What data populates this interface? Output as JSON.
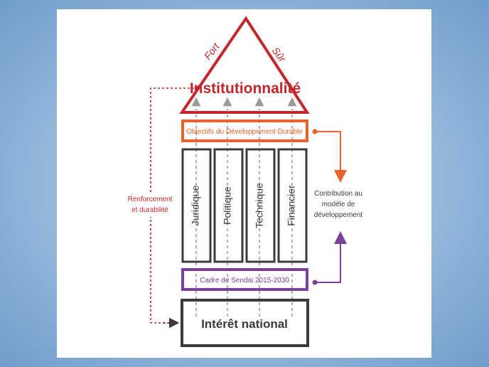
{
  "roof": {
    "title": "Institutionnalité",
    "left_word": "Fort",
    "right_word": "Sûr"
  },
  "sdg_bar": {
    "label": "Objectifs du Développement Durable"
  },
  "pillars": [
    {
      "label": "Juridique"
    },
    {
      "label": "Politique"
    },
    {
      "label": "Technique"
    },
    {
      "label": "Financier"
    }
  ],
  "sendai_bar": {
    "label": "Cadre de Sendai 2015-2030"
  },
  "foundation": {
    "label": "Intérêt national"
  },
  "left_note": {
    "line1": "Renforcement",
    "line2": "et durabilité"
  },
  "right_note": {
    "line1": "Contribution au",
    "line2": "modèle de",
    "line3": "développement"
  },
  "colors": {
    "red": "#c1272d",
    "orange": "#e8622c",
    "purple": "#7b3f98",
    "dark": "#3a3a3a",
    "arrow_gray": "#9a9a9a"
  }
}
